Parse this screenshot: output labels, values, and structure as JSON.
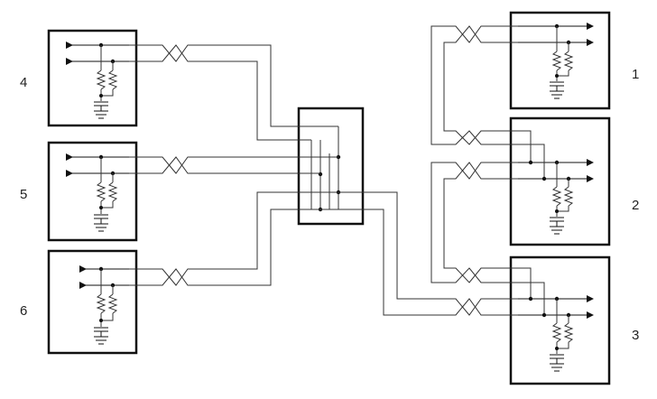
{
  "diagram": {
    "labels": {
      "n1": "1",
      "n2": "2",
      "n3": "3",
      "n4": "4",
      "n5": "5",
      "n6": "6"
    },
    "colors": {
      "stroke": "#111111",
      "wire": "#333333",
      "background": "#ffffff"
    },
    "icons": [
      "arrow-icon",
      "resistor-icon",
      "capacitor-icon",
      "ground-icon",
      "twisted-pair-icon",
      "junction-dot-icon"
    ]
  }
}
